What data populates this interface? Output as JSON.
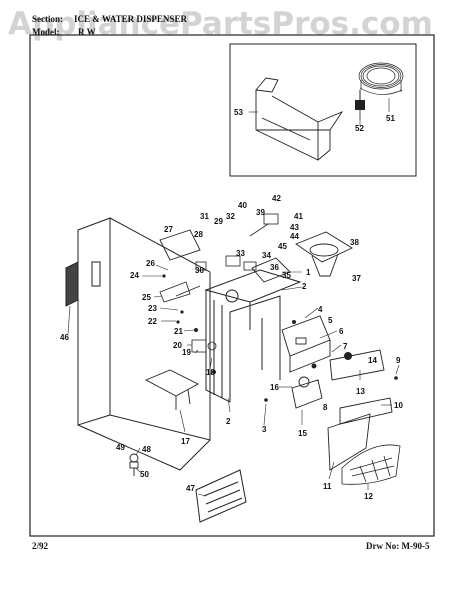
{
  "header": {
    "section_label": "Section:",
    "section_value": "ICE & WATER DISPENSER",
    "model_label": "Model:",
    "model_value": "R W"
  },
  "watermark": "AppliancePartsPros.com",
  "footer": {
    "date": "2/92",
    "drawing_number": "Drw No: M-90-5"
  },
  "part_labels": [
    "1",
    "2",
    "2",
    "3",
    "4",
    "5",
    "6",
    "7",
    "8",
    "9",
    "10",
    "11",
    "12",
    "13",
    "14",
    "15",
    "16",
    "17",
    "18",
    "19",
    "20",
    "21",
    "22",
    "23",
    "24",
    "25",
    "26",
    "27",
    "28",
    "29",
    "30",
    "31",
    "32",
    "33",
    "34",
    "35",
    "36",
    "37",
    "38",
    "39",
    "40",
    "41",
    "42",
    "43",
    "44",
    "45",
    "46",
    "47",
    "48",
    "49",
    "50",
    "51",
    "52",
    "53"
  ]
}
